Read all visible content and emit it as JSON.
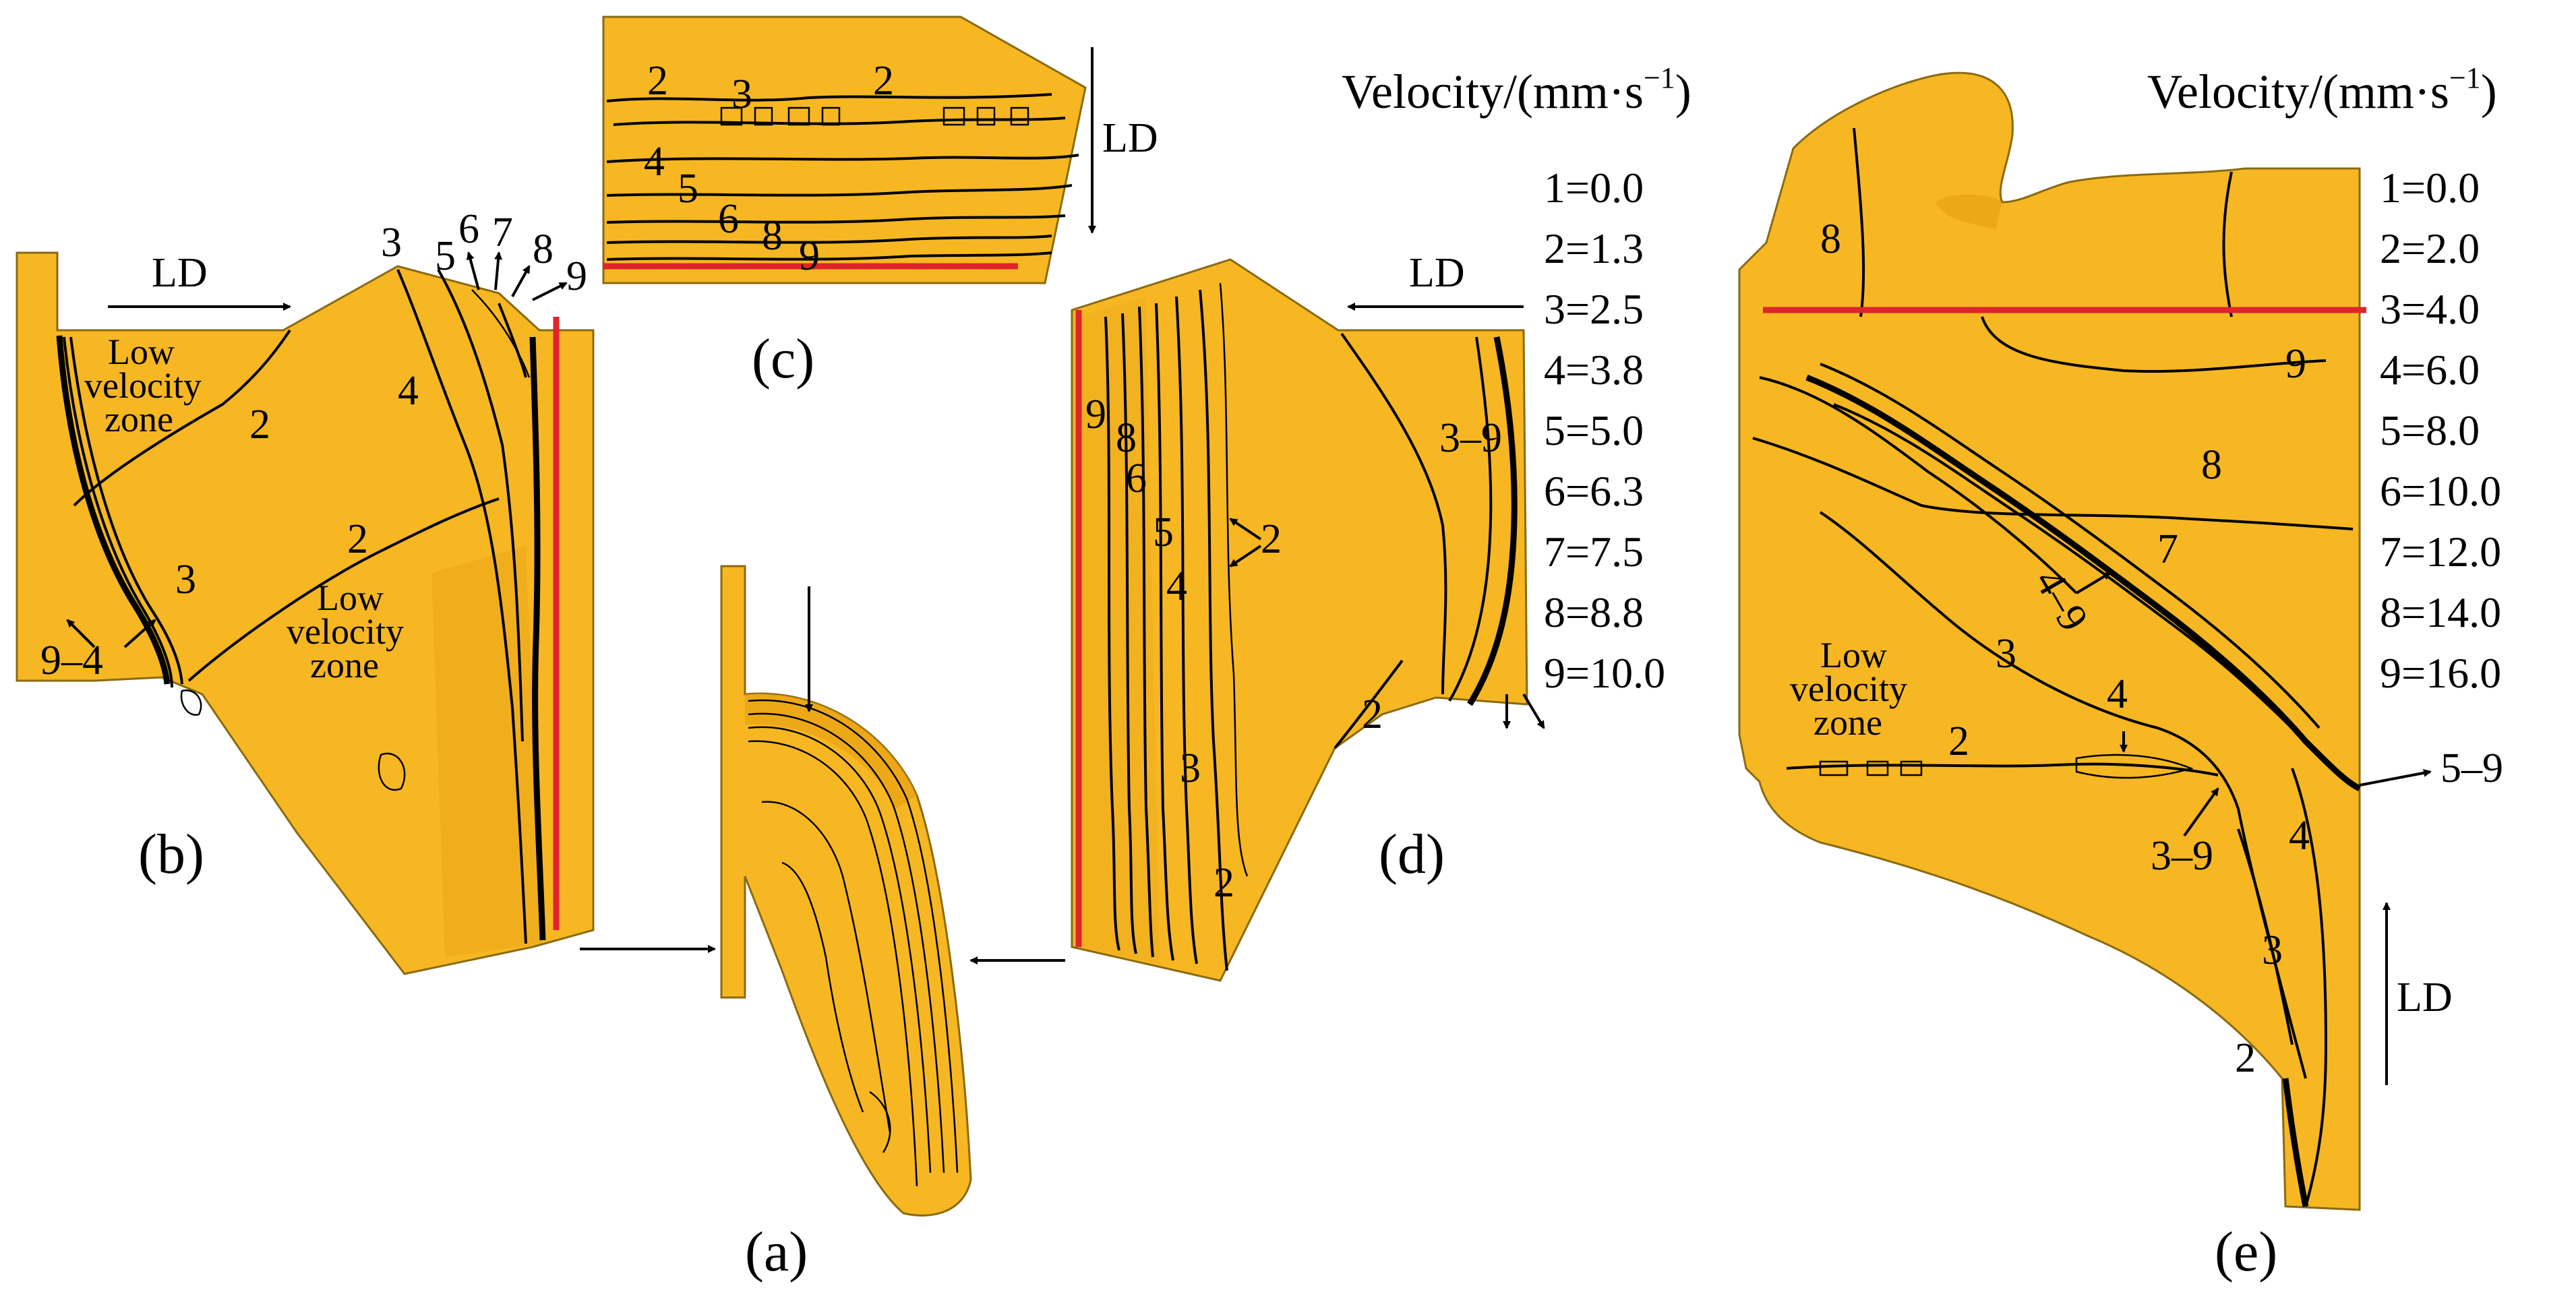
{
  "panels": {
    "a": "(a)",
    "b": "(b)",
    "c": "(c)",
    "d": "(d)",
    "e": "(e)"
  },
  "direction_label": "LD",
  "zone_labels": {
    "low": "Low",
    "velocity": "velocity",
    "zone": "zone"
  },
  "legends": [
    {
      "title": "Velocity/(mm·s",
      "exponent": "−1",
      "title_close": ")",
      "entries": [
        "1=0.0",
        "2=1.3",
        "3=2.5",
        "4=3.8",
        "5=5.0",
        "6=6.3",
        "7=7.5",
        "8=8.8",
        "9=10.0"
      ]
    },
    {
      "title": "Velocity/(mm·s",
      "exponent": "−1",
      "title_close": ")",
      "entries": [
        "1=0.0",
        "2=2.0",
        "3=4.0",
        "4=6.0",
        "5=8.0",
        "6=10.0",
        "7=12.0",
        "8=14.0",
        "9=16.0"
      ]
    }
  ],
  "contour_labels": {
    "b": [
      "2",
      "4",
      "2",
      "3",
      "9–4",
      "3",
      "5",
      "6",
      "7",
      "8",
      "9"
    ],
    "c": [
      "2",
      "3",
      "2",
      "4",
      "5",
      "6",
      "8",
      "9"
    ],
    "d": [
      "9",
      "8",
      "6",
      "5",
      "4",
      "2",
      "3",
      "2",
      "2",
      "3–9"
    ],
    "e": [
      "8",
      "9",
      "8",
      "7",
      "4–9",
      "3",
      "2",
      "4",
      "3–9",
      "4",
      "3",
      "2",
      "5–9"
    ]
  },
  "colors": {
    "part": "#F6B722",
    "contour": "#000000",
    "section_line": "#E0242B"
  }
}
